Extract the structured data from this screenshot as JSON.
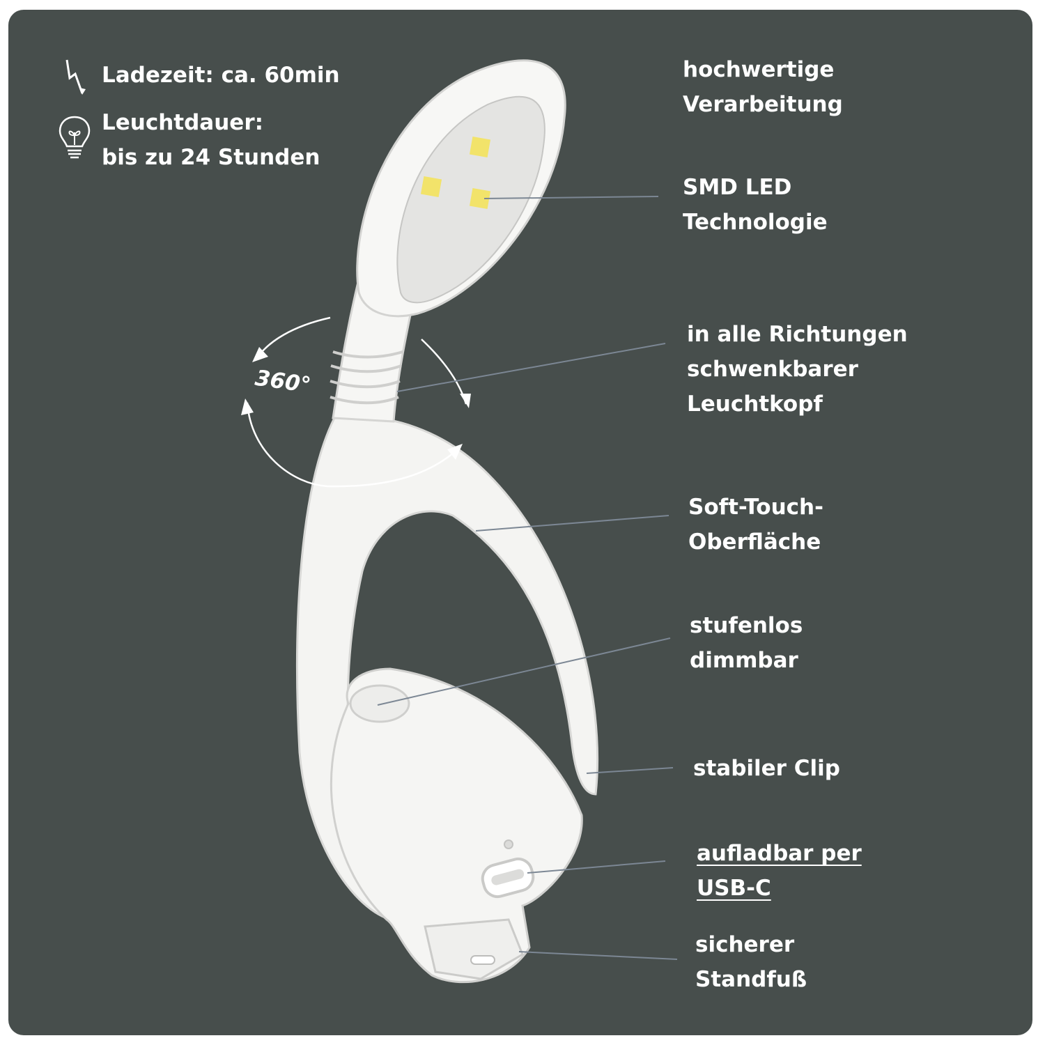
{
  "specs": {
    "charge": {
      "icon": "lightning-icon",
      "text": "Ladezeit: ca. 60min"
    },
    "runtime": {
      "icon": "lightbulb-icon",
      "line1": "Leuchtdauer:",
      "line2": "bis zu 24 Stunden"
    }
  },
  "rotation_label": "360°",
  "features": [
    {
      "line1": "hochwertige",
      "line2": "Verarbeitung"
    },
    {
      "line1": "SMD LED",
      "line2": "Technologie"
    },
    {
      "line1": "in alle Richtungen",
      "line2": "schwenkbarer",
      "line3": "Leuchtkopf"
    },
    {
      "line1": "Soft-Touch-",
      "line2": "Oberfläche"
    },
    {
      "line1": "stufenlos",
      "line2": "dimmbar"
    },
    {
      "line1": "stabiler Clip"
    },
    {
      "line1": "aufladbar per",
      "line2": "USB-C"
    },
    {
      "line1": "sicherer",
      "line2": "Standfuß"
    }
  ],
  "colors": {
    "background": "#474e4c",
    "text": "#ffffff",
    "led": "#f2e36a",
    "callout_line": "#7c8794"
  }
}
